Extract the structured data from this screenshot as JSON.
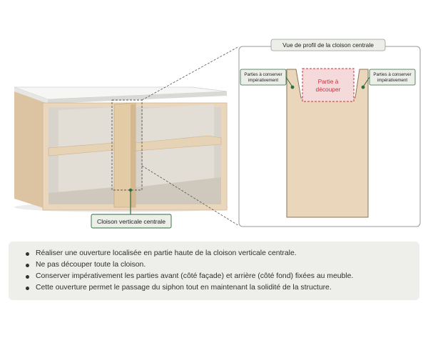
{
  "profile_panel": {
    "title": "Vue de profil de la cloison centrale",
    "keep_left_line1": "Parties à conserver",
    "keep_left_line2": "impérativement",
    "keep_right_line1": "Parties à conserver",
    "keep_right_line2": "impérativement",
    "cut_line1": "Partie à",
    "cut_line2": "découper"
  },
  "cabinet": {
    "partition_label": "Cloison verticale centrale"
  },
  "notes": [
    "Réaliser une ouverture localisée en partie haute de la cloison verticale centrale.",
    "Ne pas découper toute la cloison.",
    "Conserver impérativement les parties avant (côté façade) et arrière (côté fond) fixées au meuble.",
    "Cette ouverture permet le passage du siphon tout en maintenant la solidité de la structure."
  ],
  "colors": {
    "wood": "#e9d6bb",
    "wood_dark": "#d9bf9c",
    "interior": "#d8d4cb",
    "top_surface": "#f6f6f4",
    "cut_red": "#c8323c",
    "cut_fill": "#f4dadb",
    "label_green": "#2e6b3f",
    "label_bg": "#eceee8"
  }
}
